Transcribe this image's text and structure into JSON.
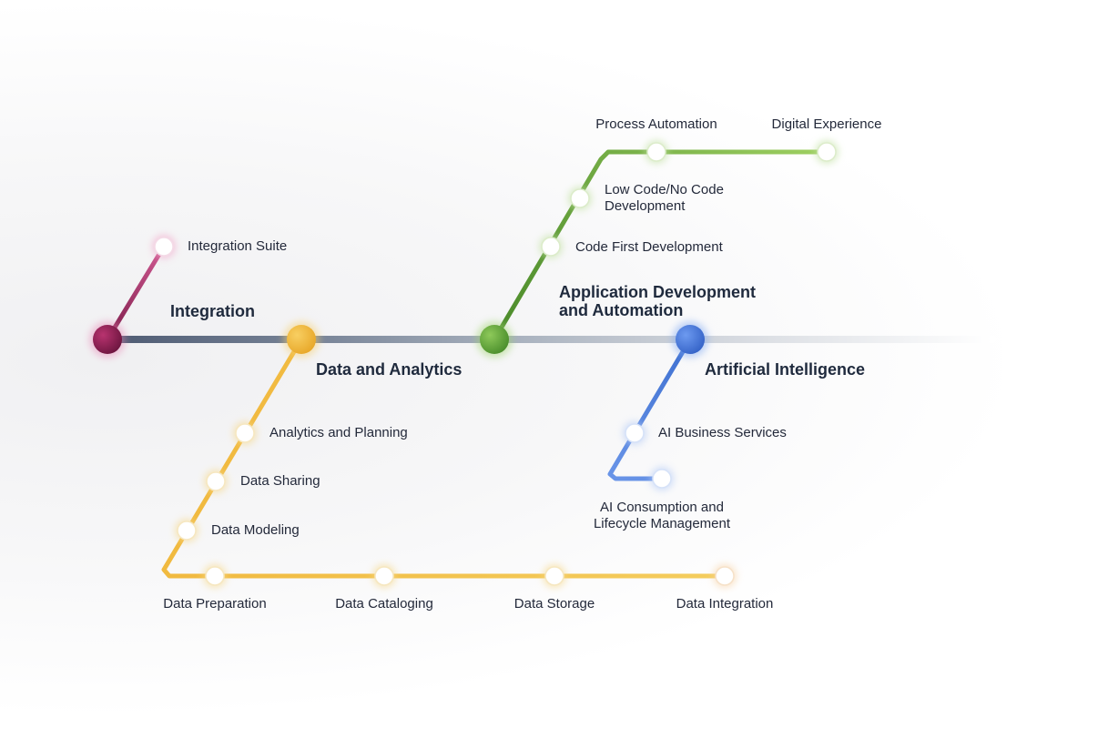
{
  "lines": {
    "integration": {
      "color": "#a32a62",
      "heading": "Integration",
      "items": [
        "Integration Suite"
      ]
    },
    "data_analytics": {
      "color": "#f2bd3f",
      "heading": "Data and Analytics",
      "items": [
        "Analytics and Planning",
        "Data Sharing",
        "Data Modeling",
        "Data Preparation",
        "Data Cataloging",
        "Data Storage",
        "Data Integration"
      ]
    },
    "app_dev": {
      "color": "#6bab3a",
      "heading": "Application Development\nand Automation",
      "items": [
        "Code First Development",
        "Low Code/No Code\nDevelopment",
        "Process Automation",
        "Digital Experience"
      ]
    },
    "ai": {
      "color": "#4a7fdc",
      "heading": "Artificial Intelligence",
      "items": [
        "AI Business Services",
        "AI Consumption and\nLifecycle Management"
      ]
    }
  },
  "colors": {
    "main_track": "#5b6b84",
    "station_fill": "#ffffff",
    "text": "#23293a"
  }
}
